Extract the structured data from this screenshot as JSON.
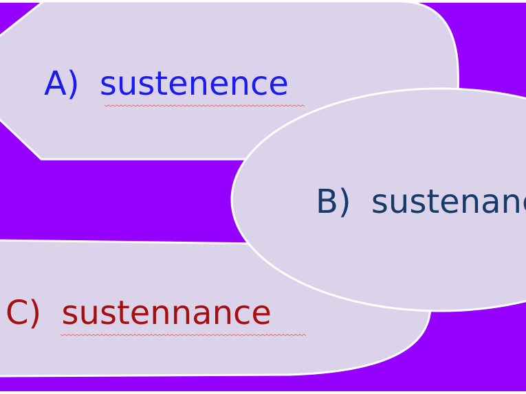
{
  "background_color": "#9600ff",
  "shape_color": "#dad3ea",
  "options": [
    {
      "letter": "A)",
      "word": "sustenence",
      "color": "#1b1bf0"
    },
    {
      "letter": "B)",
      "word": "sustenance",
      "color": "#173a67"
    },
    {
      "letter": "C)",
      "word": "sustennance",
      "color": "#a50f0f"
    }
  ]
}
